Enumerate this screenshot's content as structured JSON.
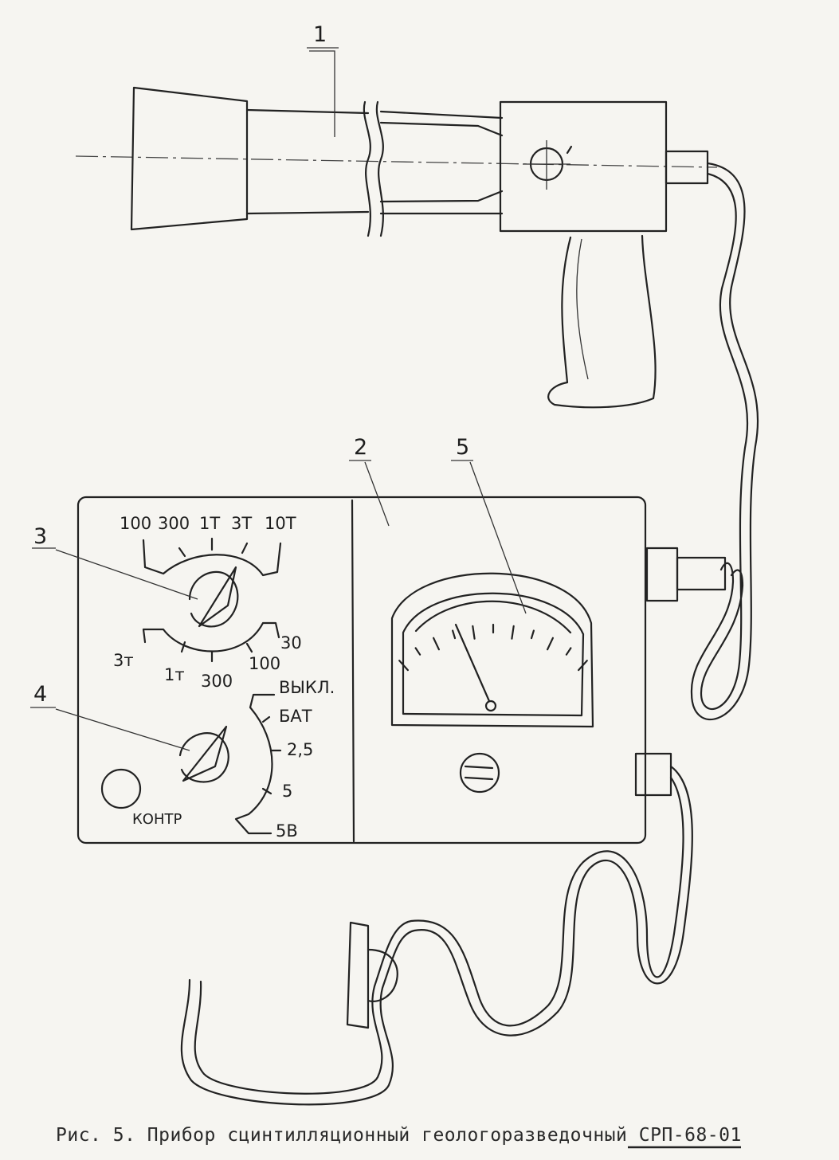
{
  "callouts": {
    "c1": "1",
    "c2": "2",
    "c3": "3",
    "c4": "4",
    "c5": "5"
  },
  "range_dial": {
    "top": [
      "100",
      "300",
      "1Т",
      "3Т",
      "10Т"
    ],
    "bottom": [
      "3т",
      "1т",
      "300",
      "100",
      "30"
    ]
  },
  "mode_dial": {
    "labels": [
      "ВЫКЛ.",
      "БАТ",
      "2,5",
      "5",
      "5В"
    ],
    "control_label": "КОНТР"
  },
  "caption": {
    "prefix": "Рис. 5. Прибор сцинтилляционный  геологоразведочный ",
    "model": "СРП-68-01"
  }
}
